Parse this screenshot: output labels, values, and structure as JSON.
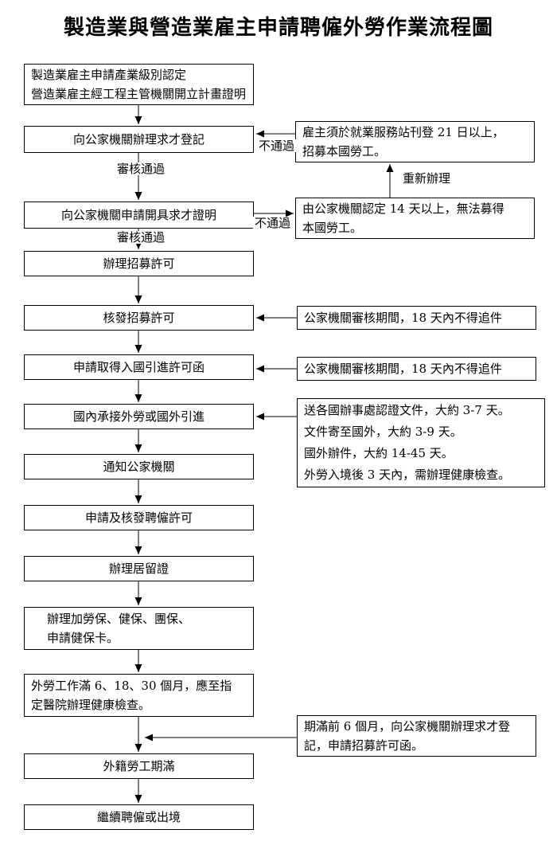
{
  "title": "製造業與營造業雇主申請聘僱外勞作業流程圖",
  "colors": {
    "ink": "#000000",
    "background": "#ffffff"
  },
  "main_steps": [
    {
      "lines": [
        "製造業雇主申請產業級別認定",
        "營造業雇主經工程主管機關開立計畫證明"
      ]
    },
    {
      "lines": [
        "向公家機關辦理求才登記"
      ]
    },
    {
      "lines": [
        "向公家機關申請開具求才證明"
      ]
    },
    {
      "lines": [
        "辦理招募許可"
      ]
    },
    {
      "lines": [
        "核發招募許可"
      ]
    },
    {
      "lines": [
        "申請取得入國引進許可函"
      ]
    },
    {
      "lines": [
        "國內承接外勞或國外引進"
      ]
    },
    {
      "lines": [
        "通知公家機關"
      ]
    },
    {
      "lines": [
        "申請及核發聘僱許可"
      ]
    },
    {
      "lines": [
        "辦理居留證"
      ]
    },
    {
      "lines": [
        "辦理加勞保、健保、團保、",
        "申請健保卡。"
      ]
    },
    {
      "lines": [
        "外勞工作滿 6、18、30 個月，應至指",
        "定醫院辦理健康檢查。"
      ]
    },
    {
      "lines": [
        "外籍勞工期滿"
      ]
    },
    {
      "lines": [
        "繼續聘僱或出境"
      ]
    }
  ],
  "side_notes": [
    {
      "lines": [
        "雇主須於就業服務站刊登 21 日以上，",
        "招募本國勞工。"
      ]
    },
    {
      "lines": [
        "由公家機關認定 14 天以上，無法募得",
        "本國勞工。"
      ]
    },
    {
      "lines": [
        "公家機關審核期間，18 天內不得追件"
      ]
    },
    {
      "lines": [
        "公家機關審核期間，18 天內不得追件"
      ]
    },
    {
      "lines": [
        "送各國辦事處認證文件，大約 3-7 天。",
        "文件寄至國外，大約 3-9 天。",
        "國外辦件，大約 14-45 天。",
        "外勞入境後 3 天內，需辦理健康檢查。"
      ]
    },
    {
      "lines": [
        "期滿前 6 個月，向公家機關辦理求才登",
        "記，申請招募許可函。"
      ]
    }
  ],
  "edge_labels": {
    "fail_1": "不通過",
    "pass_1": "審核通過",
    "fail_2": "不通過",
    "pass_2": "審核通過",
    "redo": "重新辦理"
  }
}
